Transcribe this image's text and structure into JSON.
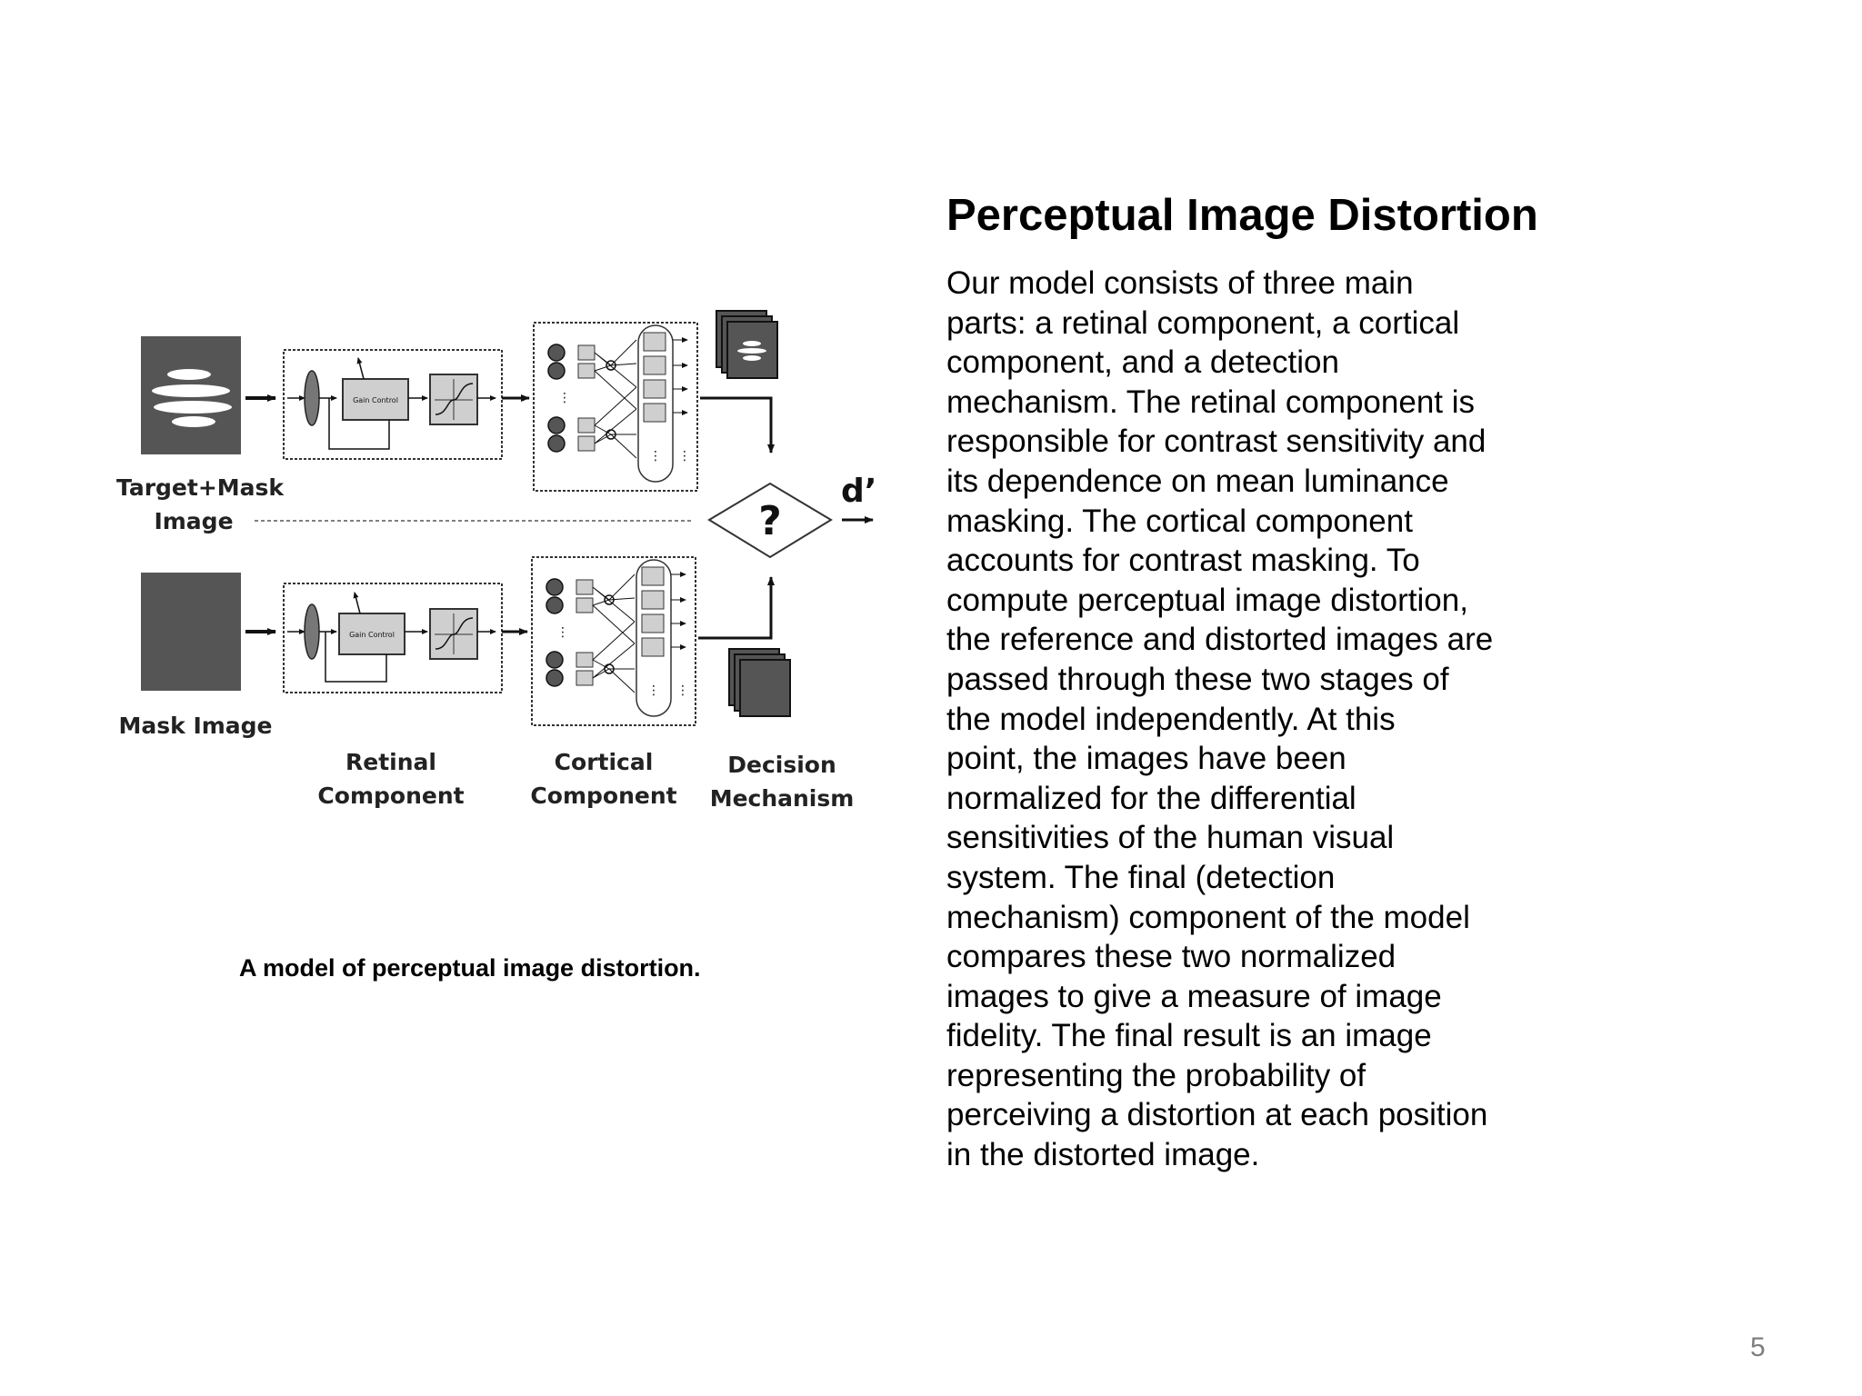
{
  "slide": {
    "title": "Perceptual Image Distortion",
    "body_lines": [
      "Our model consists of three main",
      "parts: a retinal component, a cortical",
      "component, and a detection",
      "mechanism. The retinal component is",
      "responsible for contrast sensitivity and",
      "its dependence on mean luminance",
      "masking. The cortical component",
      "accounts for contrast masking. To",
      "compute perceptual image distortion,",
      "the reference and distorted images are",
      "passed through these two stages of",
      "the model independently. At this",
      "point, the images have been",
      "normalized for the differential",
      "sensitivities of the human visual",
      "system. The final (detection",
      "mechanism) component of the model",
      "compares these two normalized",
      "images to give a measure of image",
      "fidelity. The final result is an image",
      "representing the probability of",
      "perceiving a distortion at each position",
      "in the distorted image."
    ],
    "page_number": "5"
  },
  "figure": {
    "caption": "A model of perceptual image distortion.",
    "labels": {
      "target_mask_line1": "Target+Mask",
      "target_mask_line2": "Image",
      "mask_image": "Mask Image",
      "retinal_line1": "Retinal",
      "retinal_line2": "Component",
      "cortical_line1": "Cortical",
      "cortical_line2": "Component",
      "decision_line1": "Decision",
      "decision_line2": "Mechanism",
      "d_prime": "d’",
      "question": "?",
      "gain_control_top": "Gain Control",
      "gain_control_bottom": "Gain Control"
    },
    "colors": {
      "image_fill": "#555555",
      "box_fill": "#cfcfcf",
      "stroke": "#222222"
    }
  }
}
